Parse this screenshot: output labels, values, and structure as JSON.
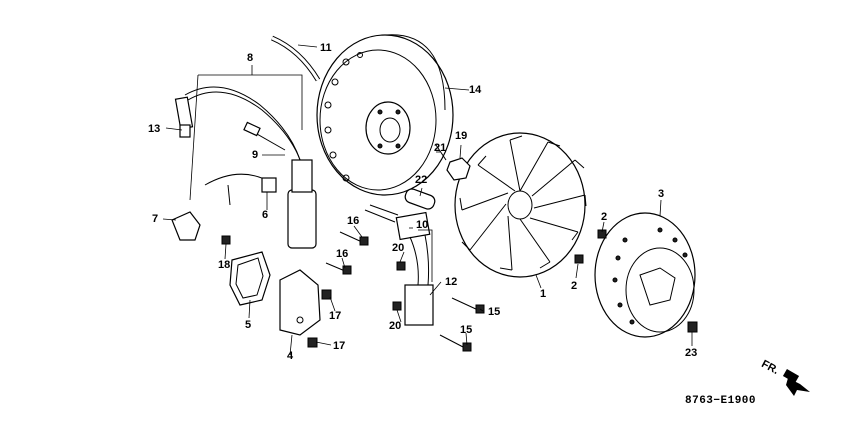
{
  "diagram": {
    "code": "8763−E1900",
    "direction_label": "FR.",
    "callouts": [
      {
        "id": "c1",
        "text": "1"
      },
      {
        "id": "c2a",
        "text": "2"
      },
      {
        "id": "c2b",
        "text": "2"
      },
      {
        "id": "c3",
        "text": "3"
      },
      {
        "id": "c4",
        "text": "4"
      },
      {
        "id": "c5",
        "text": "5"
      },
      {
        "id": "c6",
        "text": "6"
      },
      {
        "id": "c7",
        "text": "7"
      },
      {
        "id": "c8",
        "text": "8"
      },
      {
        "id": "c9",
        "text": "9"
      },
      {
        "id": "c10",
        "text": "10"
      },
      {
        "id": "c11",
        "text": "11"
      },
      {
        "id": "c12",
        "text": "12"
      },
      {
        "id": "c13",
        "text": "13"
      },
      {
        "id": "c14",
        "text": "14"
      },
      {
        "id": "c15a",
        "text": "15"
      },
      {
        "id": "c15b",
        "text": "15"
      },
      {
        "id": "c16a",
        "text": "16"
      },
      {
        "id": "c16b",
        "text": "16"
      },
      {
        "id": "c17a",
        "text": "17"
      },
      {
        "id": "c17b",
        "text": "17"
      },
      {
        "id": "c18",
        "text": "18"
      },
      {
        "id": "c19",
        "text": "19"
      },
      {
        "id": "c20a",
        "text": "20"
      },
      {
        "id": "c20b",
        "text": "20"
      },
      {
        "id": "c21",
        "text": "21"
      },
      {
        "id": "c22",
        "text": "22"
      },
      {
        "id": "c23",
        "text": "23"
      }
    ]
  }
}
